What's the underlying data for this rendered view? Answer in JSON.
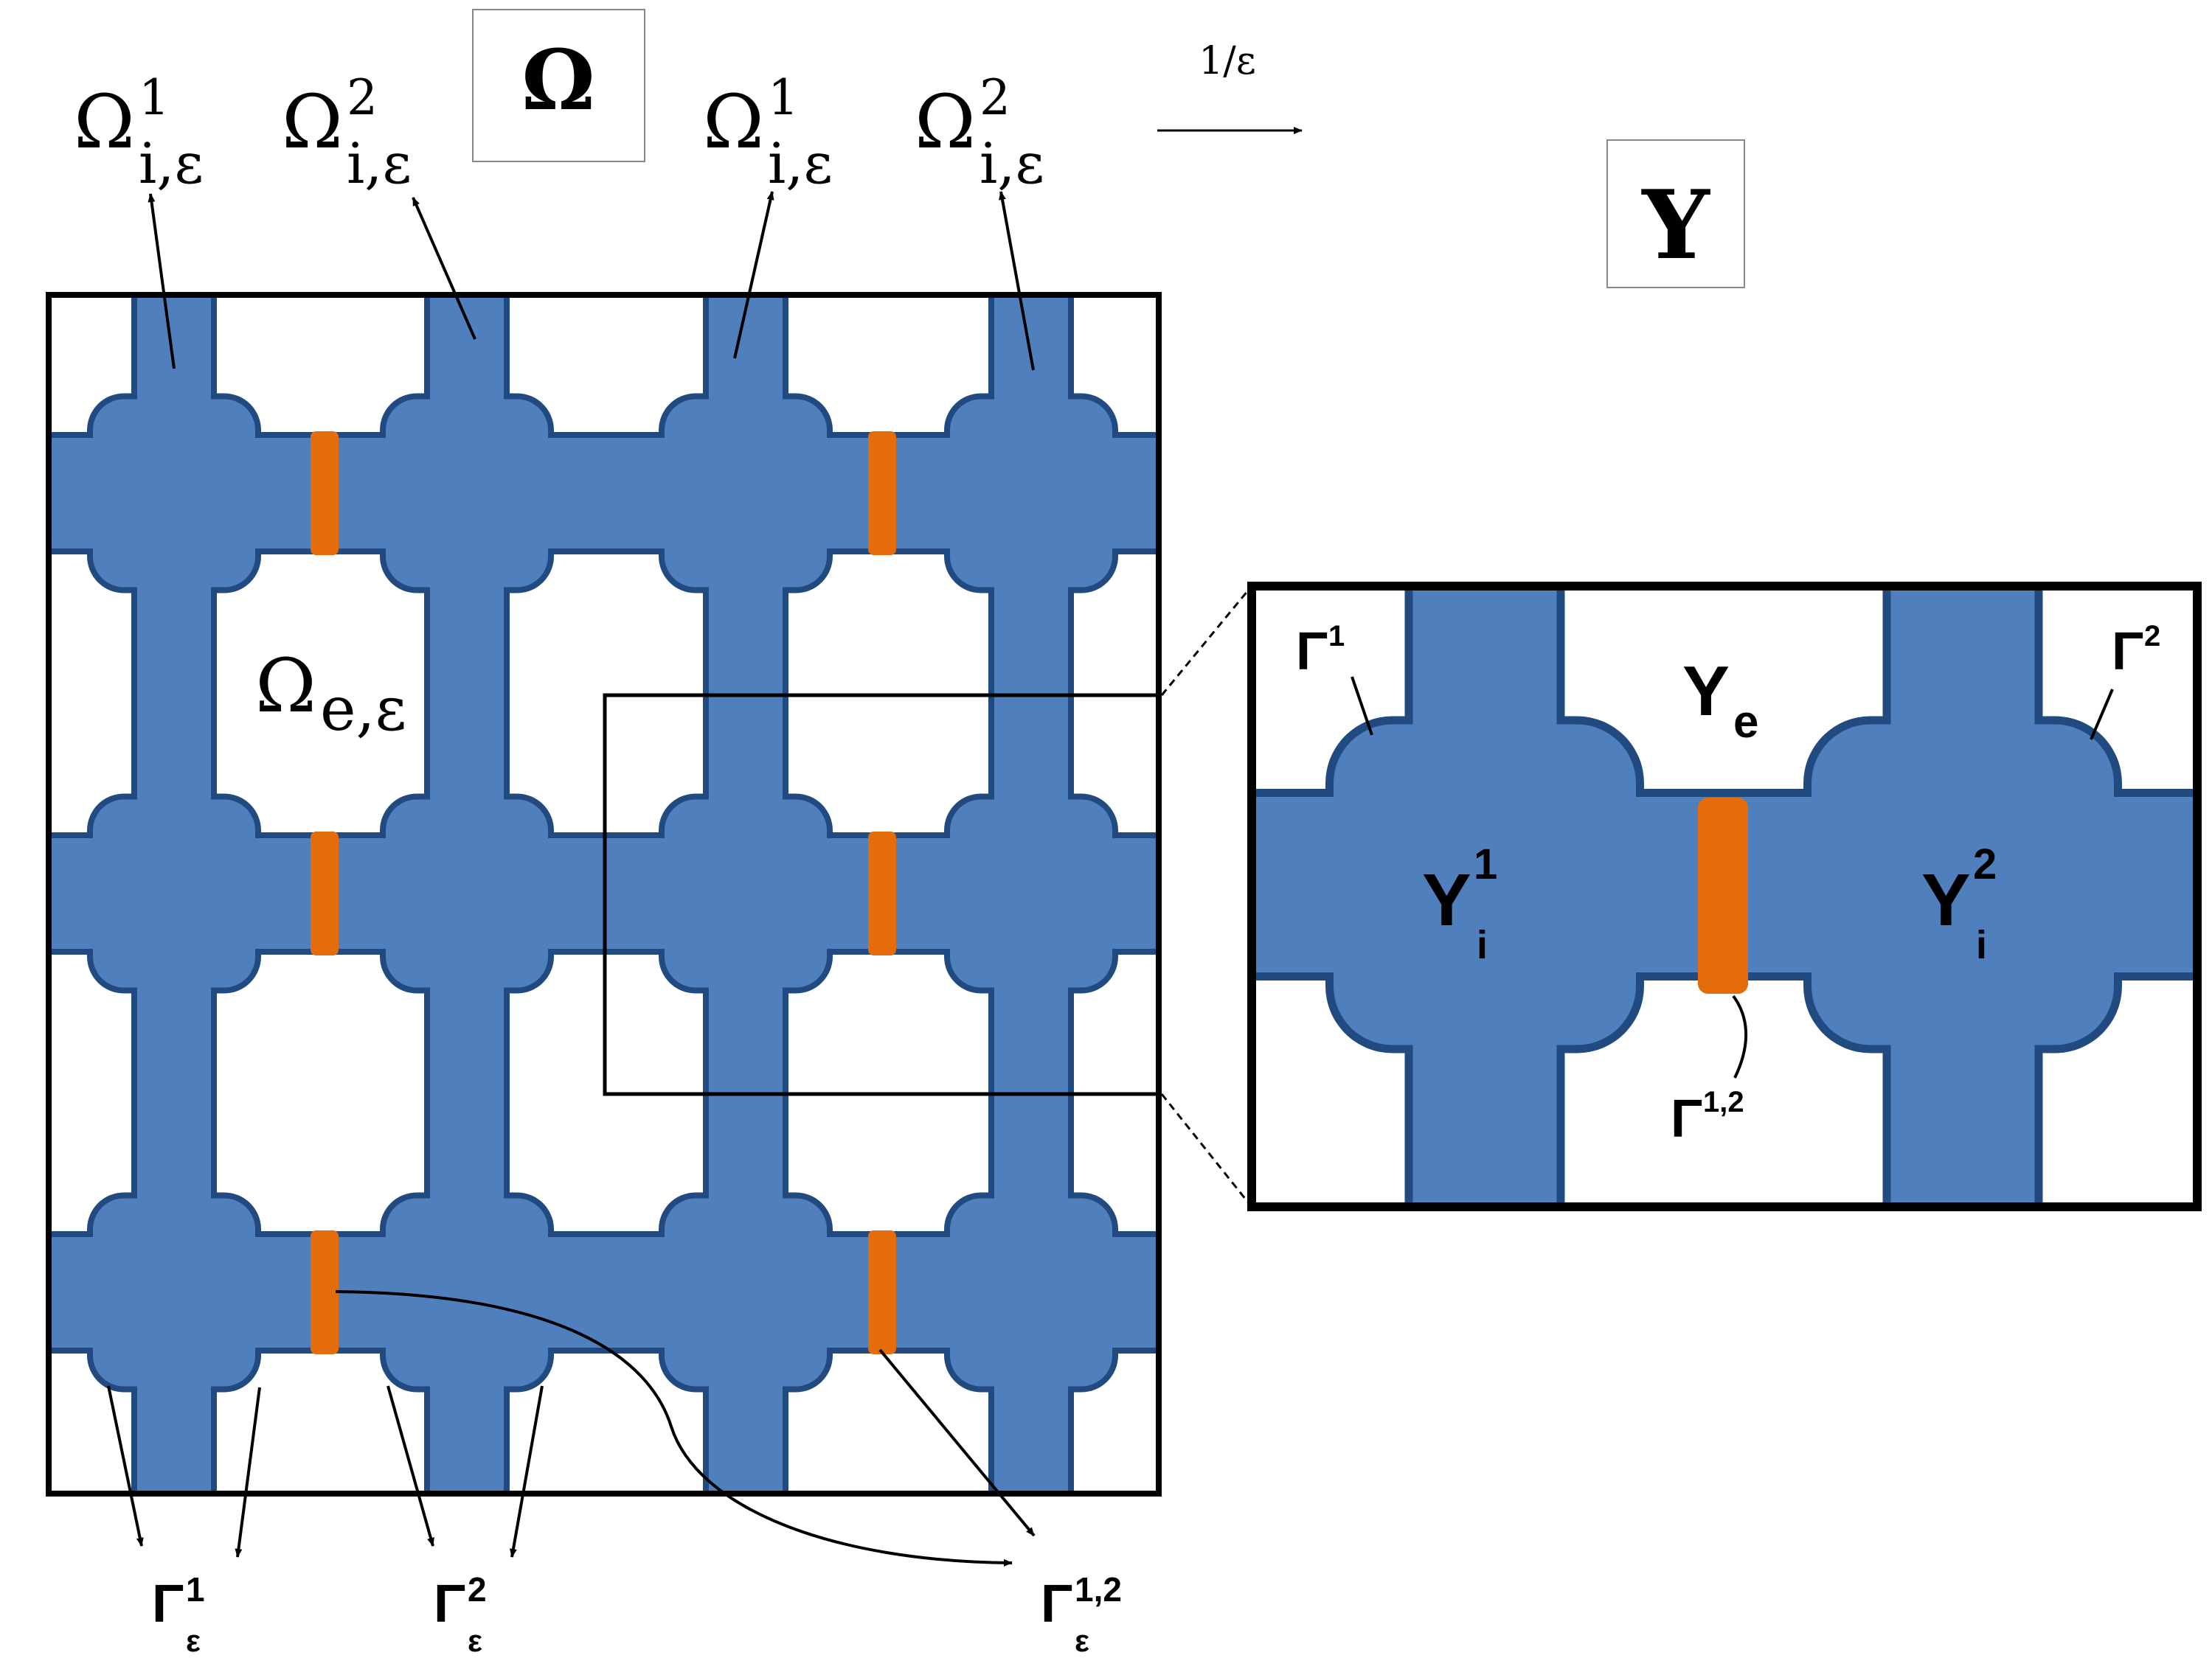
{
  "header": {
    "omega": "Ω",
    "scaling": "1/ε",
    "y_box": "Y"
  },
  "top_labels": [
    {
      "base": "Ω",
      "sup": "1",
      "sub": "i,ε"
    },
    {
      "base": "Ω",
      "sup": "2",
      "sub": "i,ε"
    },
    {
      "base": "Ω",
      "sup": "1",
      "sub": "i,ε"
    },
    {
      "base": "Ω",
      "sup": "2",
      "sub": "i,ε"
    }
  ],
  "omega_e": {
    "base": "Ω",
    "sub": "e,ε"
  },
  "bottom_labels": [
    {
      "base": "Γ",
      "sup": "1",
      "sub": "ε"
    },
    {
      "base": "Γ",
      "sup": "2",
      "sub": "ε"
    },
    {
      "base": "Γ",
      "sup": "1,2",
      "sub": "ε"
    }
  ],
  "cell": {
    "gamma1": {
      "base": "Γ",
      "sup": "1"
    },
    "gamma2": {
      "base": "Γ",
      "sup": "2"
    },
    "ye": {
      "base": "Y",
      "sub": "e"
    },
    "yi1": {
      "base": "Y",
      "sup": "1",
      "sub": "i"
    },
    "yi2": {
      "base": "Y",
      "sup": "2",
      "sub": "i"
    },
    "gamma12": {
      "base": "Γ",
      "sup": "1,2"
    }
  },
  "colors": {
    "fill": "#4f7fbd",
    "edge": "#204a80",
    "gap": "#e46c0a",
    "frame": "#000000"
  }
}
